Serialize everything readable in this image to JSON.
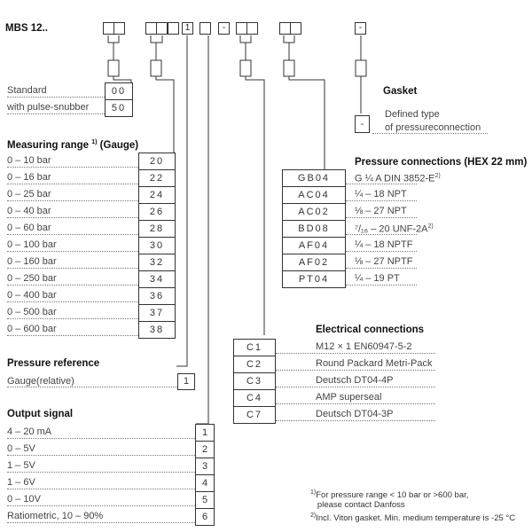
{
  "model_prefix": "MBS 12..",
  "code_boxes": [
    "",
    "",
    "",
    "",
    "",
    "1",
    "",
    "-",
    "",
    "",
    "",
    "",
    "-"
  ],
  "snubber": {
    "rows": [
      {
        "label": "Standard",
        "code": "00"
      },
      {
        "label": "with pulse-snubber",
        "code": "50"
      }
    ]
  },
  "gasket": {
    "title": "Gasket",
    "code": "-",
    "desc_line1": "Defined type",
    "desc_line2": "of pressureconnection"
  },
  "measuring_range": {
    "title": "Measuring range",
    "title_sup": "1)",
    "title_suffix": " (Gauge)",
    "rows": [
      {
        "label": "0 –   10 bar",
        "code": "20"
      },
      {
        "label": "0 –   16 bar",
        "code": "22"
      },
      {
        "label": "0 –   25 bar",
        "code": "24"
      },
      {
        "label": "0 –   40 bar",
        "code": "26"
      },
      {
        "label": "0 –   60 bar",
        "code": "28"
      },
      {
        "label": "0 – 100 bar",
        "code": "30"
      },
      {
        "label": "0 – 160 bar",
        "code": "32"
      },
      {
        "label": "0 – 250 bar",
        "code": "34"
      },
      {
        "label": "0 – 400 bar",
        "code": "36"
      },
      {
        "label": "0 – 500 bar",
        "code": "37"
      },
      {
        "label": "0 – 600 bar",
        "code": "38"
      }
    ]
  },
  "pressure_connections": {
    "title": "Pressure connections (HEX 22 mm)",
    "rows": [
      {
        "code": "GB04",
        "label": "G ¼ A DIN 3852-E",
        "sup": "2)"
      },
      {
        "code": "AC04",
        "label": "¼ – 18 NPT",
        "sup": ""
      },
      {
        "code": "AC02",
        "label": "⅛ – 27 NPT",
        "sup": ""
      },
      {
        "code": "BD08",
        "label": "⁷/₁₆ – 20 UNF-2A",
        "sup": "2)"
      },
      {
        "code": "AF04",
        "label": "¼ – 18 NPTF",
        "sup": ""
      },
      {
        "code": "AF02",
        "label": "⅛ – 27 NPTF",
        "sup": ""
      },
      {
        "code": "PT04",
        "label": "¼ – 19 PT",
        "sup": ""
      }
    ]
  },
  "electrical": {
    "title": "Electrical connections",
    "rows": [
      {
        "code": "C1",
        "label": "M12 × 1 EN60947-5-2"
      },
      {
        "code": "C2",
        "label": "Round Packard Metri-Pack"
      },
      {
        "code": "C3",
        "label": "Deutsch DT04-4P"
      },
      {
        "code": "C4",
        "label": "AMP superseal"
      },
      {
        "code": "C7",
        "label": "Deutsch DT04-3P"
      }
    ]
  },
  "pressure_reference": {
    "title": "Pressure reference",
    "rows": [
      {
        "label": "Gauge(relative)",
        "code": "1"
      }
    ]
  },
  "output_signal": {
    "title": "Output signal",
    "rows": [
      {
        "label": "4 – 20 mA",
        "code": "1"
      },
      {
        "label": "0 –   5V",
        "code": "2"
      },
      {
        "label": "1 –   5V",
        "code": "3"
      },
      {
        "label": "1 –   6V",
        "code": "4"
      },
      {
        "label": "0 – 10V",
        "code": "5"
      },
      {
        "label": "Ratiometric, 10 – 90%",
        "code": "6"
      }
    ]
  },
  "footnotes": {
    "fn1_mark": "1)",
    "fn1_line1": "For pressure range < 10 bar or >600 bar,",
    "fn1_line2": "please contact Danfoss",
    "fn2_mark": "2)",
    "fn2_text": "Incl. Viton gasket. Min. medium temperature is -25 °C"
  }
}
